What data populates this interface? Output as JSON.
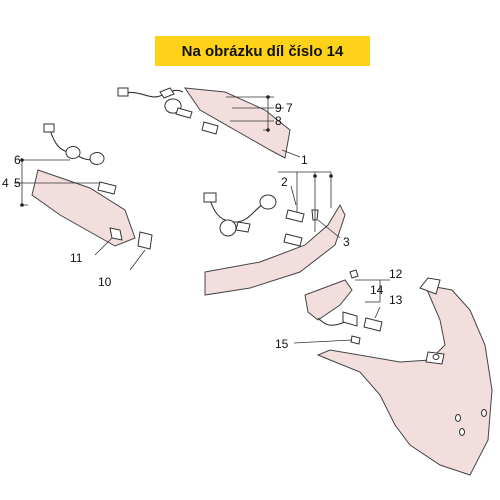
{
  "banner": {
    "text": "Na obrázku díl číslo 14",
    "color": "#ffd21a"
  },
  "callouts": {
    "c1": "1",
    "c2": "2",
    "c3": "3",
    "c4": "4",
    "c5": "5",
    "c6": "6",
    "c7": "7",
    "c8": "8",
    "c9": "9",
    "c10": "10",
    "c11": "11",
    "c12": "12",
    "c13": "13",
    "c14": "14",
    "c15": "15"
  },
  "colors": {
    "part_shade": "#f3dede",
    "outline": "#333333"
  }
}
